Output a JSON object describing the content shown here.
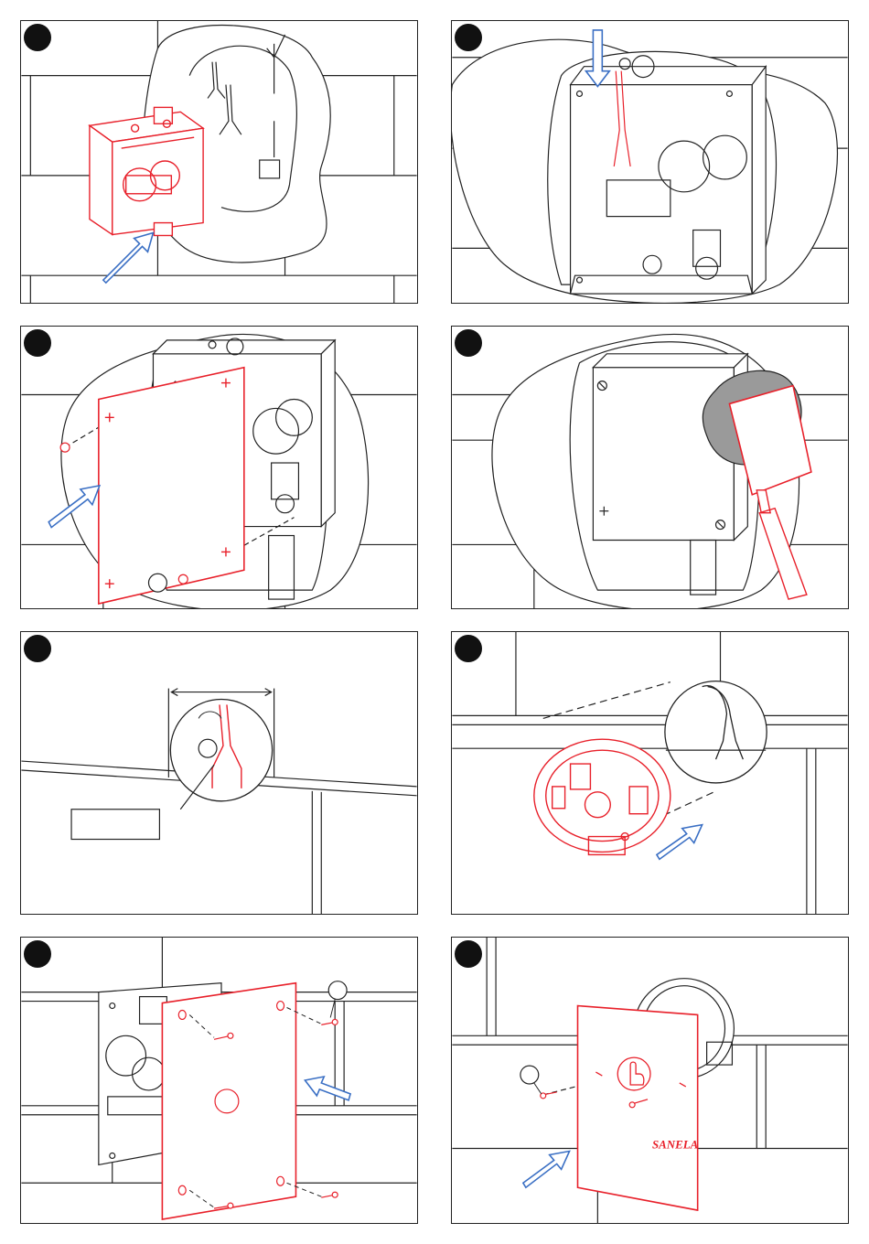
{
  "steps": [
    {
      "id": 1,
      "number": ""
    },
    {
      "id": 2,
      "number": ""
    },
    {
      "id": 3,
      "number": ""
    },
    {
      "id": 4,
      "number": ""
    },
    {
      "id": 5,
      "number": ""
    },
    {
      "id": 6,
      "number": ""
    },
    {
      "id": 7,
      "number": ""
    },
    {
      "id": 8,
      "number": ""
    }
  ],
  "panel8": {
    "brand_text": "SANELA"
  },
  "colors": {
    "accent_red": "#e8202a",
    "arrow_blue": "#3a6fc4",
    "line": "#222222",
    "cutout_gray": "#9a9a9a"
  },
  "icons": [
    "arrow-icon",
    "hand-icon",
    "screw-icon",
    "callout-circle-icon"
  ]
}
